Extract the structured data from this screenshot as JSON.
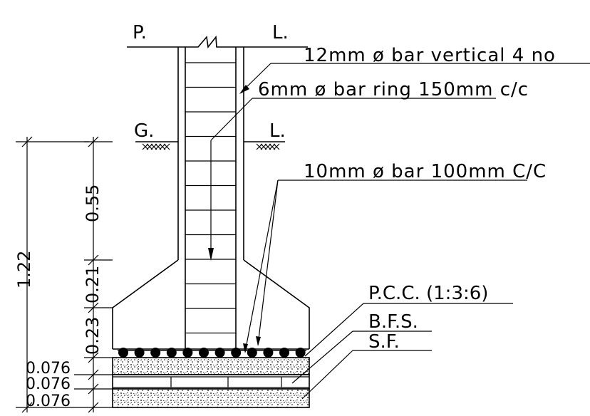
{
  "labels": {
    "plinth_left": "P.",
    "plinth_right": "L.",
    "ground_left": "G.",
    "ground_right": "L.",
    "vertical_bars": "12mm ø bar vertical 4 no",
    "ring_bars": "6mm ø bar ring 150mm c/c",
    "footing_bars": "10mm ø bar 100mm C/C",
    "pcc": "P.C.C. (1:3:6)",
    "bfs": "B.F.S.",
    "sf": "S.F."
  },
  "dimensions": {
    "total_depth": "1.22",
    "above_ground": "0.55",
    "taper_upper": "0.21",
    "taper_lower": "0.23",
    "layer_1": "0.076",
    "layer_2": "0.076",
    "layer_3": "0.076"
  },
  "colors": {
    "line": "#000000",
    "background": "#ffffff"
  }
}
